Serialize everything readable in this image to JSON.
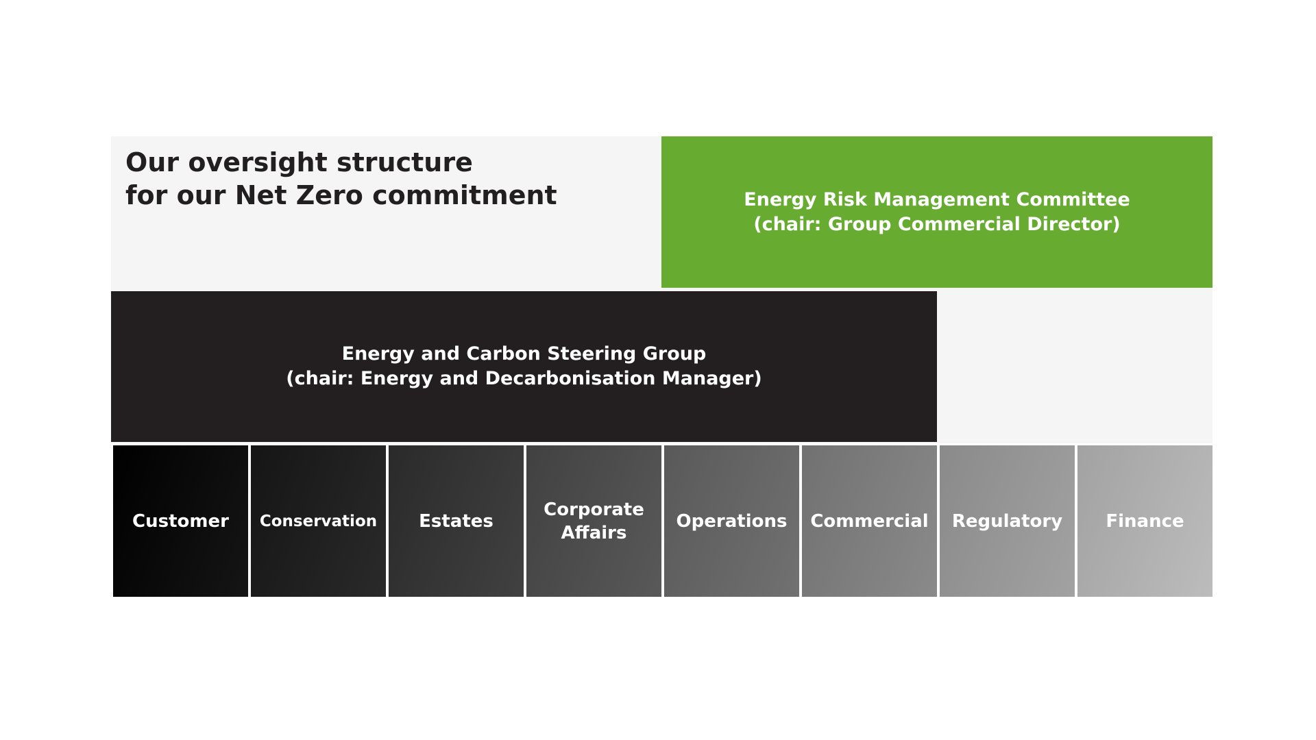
{
  "title": {
    "line1": "Our oversight structure",
    "line2": "for our Net Zero commitment"
  },
  "energy_risk_committee": {
    "line1": "Energy Risk Management Committee",
    "line2": "(chair: Group Commercial Director)",
    "color": "#67ab31"
  },
  "steering_group": {
    "line1": "Energy and Carbon Steering Group",
    "line2": "(chair: Energy and Decarbonisation Manager)",
    "color": "#231f20"
  },
  "panel_background": "#f5f5f5",
  "departments": [
    {
      "line1": "Customer",
      "line2": "",
      "gradient_from": "#000000",
      "gradient_to": "#151515"
    },
    {
      "line1": "Conservation",
      "line2": "",
      "gradient_from": "#151515",
      "gradient_to": "#2a2a2a"
    },
    {
      "line1": "Estates",
      "line2": "",
      "gradient_from": "#2a2a2a",
      "gradient_to": "#414141"
    },
    {
      "line1": "Corporate",
      "line2": "Affairs",
      "gradient_from": "#414141",
      "gradient_to": "#595959"
    },
    {
      "line1": "Operations",
      "line2": "",
      "gradient_from": "#595959",
      "gradient_to": "#717171"
    },
    {
      "line1": "Commercial",
      "line2": "",
      "gradient_from": "#717171",
      "gradient_to": "#8a8a8a"
    },
    {
      "line1": "Regulatory",
      "line2": "",
      "gradient_from": "#8a8a8a",
      "gradient_to": "#a2a2a2"
    },
    {
      "line1": "Finance",
      "line2": "",
      "gradient_from": "#a2a2a2",
      "gradient_to": "#bcbcbc"
    }
  ]
}
